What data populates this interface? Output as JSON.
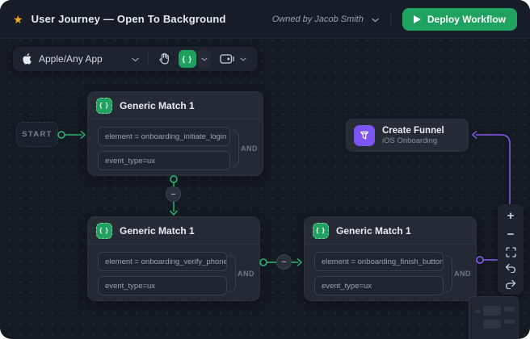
{
  "header": {
    "star_glyph": "★",
    "title": "User Journey — Open To Background",
    "owner": "Owned by Jacob Smith",
    "deploy_label": "Deploy Workflow"
  },
  "toolbar": {
    "app_selector_label": "Apple/Any App",
    "braces_glyph": "{ }"
  },
  "canvas": {
    "start_label": "START",
    "braces_glyph": "{ }",
    "remove_glyph": "−",
    "nodes": {
      "match1": {
        "title": "Generic Match 1",
        "rows": [
          "element = onboarding_initiate_login",
          "event_type=ux"
        ],
        "operator": "AND"
      },
      "match2": {
        "title": "Generic Match 1",
        "rows": [
          "element = onboarding_verify_phone",
          "event_type=ux"
        ],
        "operator": "AND"
      },
      "match3": {
        "title": "Generic Match 1",
        "rows": [
          "element = onboarding_finish_button",
          "event_type=ux"
        ],
        "operator": "AND"
      },
      "funnel": {
        "title": "Create Funnel",
        "subtitle": "iOS Onboarding"
      }
    },
    "zoom_controls": {
      "zoom_in": "+",
      "zoom_out": "−"
    }
  },
  "colors": {
    "accent_green": "#1FA15F",
    "connector_green": "#2BB673",
    "accent_purple": "#7D55F4",
    "connector_purple": "#8B5CF6",
    "star_orange": "#F5A623",
    "top_bar": "#171D26",
    "canvas_bg": "#141A22",
    "node_bg": "#232A33"
  }
}
